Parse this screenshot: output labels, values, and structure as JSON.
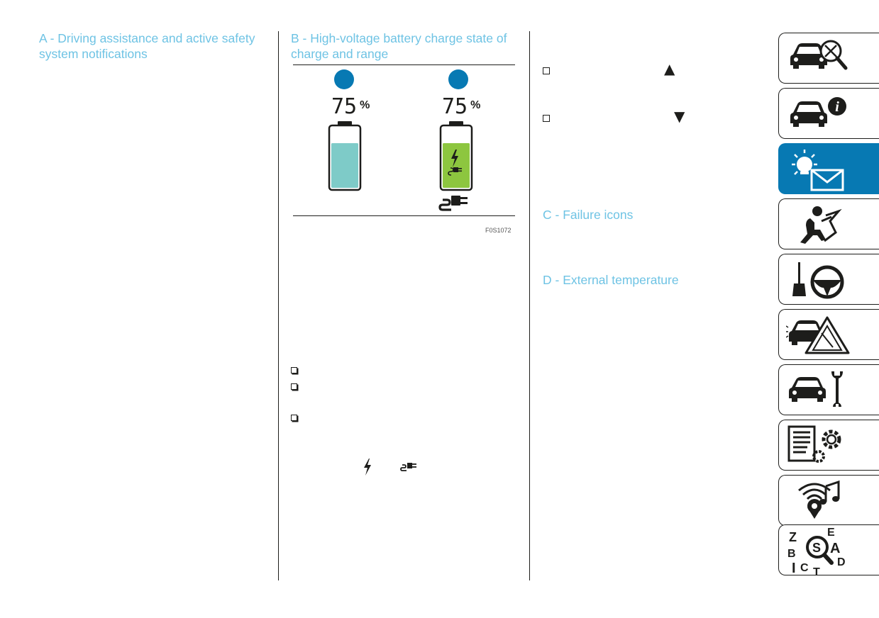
{
  "headings": {
    "a": "A - Driving assistance and active safety system notifications",
    "b": "B - High-voltage battery charge state of charge and range",
    "c": "C - Failure icons",
    "d": "D - External temperature"
  },
  "figure": {
    "left_battery": {
      "percent": "75",
      "unit": "%",
      "level": 0.75,
      "fill_color": "#7ecbc8"
    },
    "right_battery": {
      "percent": "75",
      "unit": "%",
      "level": 0.75,
      "fill_color": "#8dc63f"
    },
    "figure_code": "F0S1072",
    "dot_color": "#0779b3"
  },
  "colors": {
    "heading": "#6ec3e4",
    "accent": "#0779b3"
  },
  "list_b": [
    "",
    "",
    ""
  ],
  "inline_icons": [
    "lightning-icon",
    "plug-icon"
  ],
  "list_c": [
    {
      "arrow": "▲"
    },
    {
      "arrow": "▼"
    }
  ],
  "side_tabs": [
    {
      "name": "car-search-icon",
      "active": false
    },
    {
      "name": "car-info-icon",
      "active": false
    },
    {
      "name": "warning-light-message-icon",
      "active": true
    },
    {
      "name": "airbag-seat-icon",
      "active": false
    },
    {
      "name": "gear-lever-steering-wheel-icon",
      "active": false
    },
    {
      "name": "car-hazard-triangle-icon",
      "active": false
    },
    {
      "name": "car-wrench-icon",
      "active": false
    },
    {
      "name": "data-settings-icon",
      "active": false
    },
    {
      "name": "multimedia-music-icon",
      "active": false
    },
    {
      "name": "alphabetical-index-icon",
      "active": false
    },
    {
      "letters": "Z E A B D C T"
    }
  ]
}
